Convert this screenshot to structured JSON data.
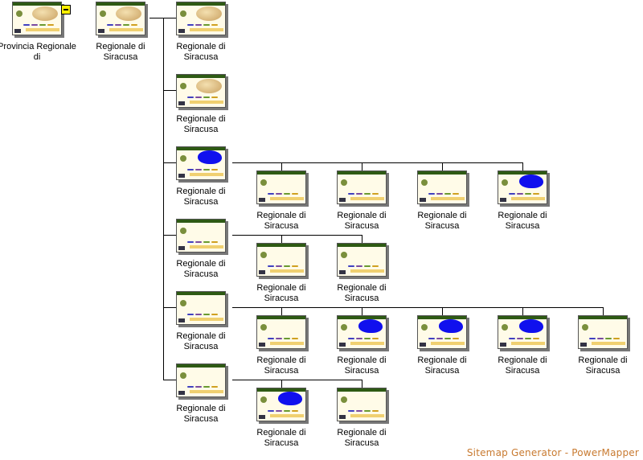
{
  "root": {
    "label": "Provincia Regionale di"
  },
  "level1": {
    "label": "Regionale di Siracusa"
  },
  "children": [
    {
      "label": "Regionale di Siracusa",
      "thumb": "stone"
    },
    {
      "label": "Regionale di Siracusa",
      "thumb": "stone"
    },
    {
      "label": "Regionale di Siracusa",
      "thumb": "blob",
      "children": [
        {
          "label": "Regionale di Siracusa",
          "thumb": "plain"
        },
        {
          "label": "Regionale di Siracusa",
          "thumb": "plain"
        },
        {
          "label": "Regionale di Siracusa",
          "thumb": "plain"
        },
        {
          "label": "Regionale di Siracusa",
          "thumb": "blob"
        }
      ]
    },
    {
      "label": "Regionale di Siracusa",
      "thumb": "plain",
      "children": [
        {
          "label": "Regionale di Siracusa",
          "thumb": "plain"
        },
        {
          "label": "Regionale di Siracusa",
          "thumb": "plain"
        }
      ]
    },
    {
      "label": "Regionale di Siracusa",
      "thumb": "plain",
      "children": [
        {
          "label": "Regionale di Siracusa",
          "thumb": "plain"
        },
        {
          "label": "Regionale di Siracusa",
          "thumb": "blob"
        },
        {
          "label": "Regionale di Siracusa",
          "thumb": "blob"
        },
        {
          "label": "Regionale di Siracusa",
          "thumb": "blob"
        },
        {
          "label": "Regionale di Siracusa",
          "thumb": "plain"
        }
      ]
    },
    {
      "label": "Regionale di Siracusa",
      "thumb": "plain",
      "children": [
        {
          "label": "Regionale di Siracusa",
          "thumb": "blob"
        },
        {
          "label": "Regionale di Siracusa",
          "thumb": "plain"
        }
      ]
    }
  ],
  "footer": "Sitemap Generator - PowerMapper",
  "colors": {
    "footer": "#c87a30",
    "blob": "#1010ee",
    "header_bar": "#2e5a14",
    "collapse_button": "#ffef00"
  }
}
